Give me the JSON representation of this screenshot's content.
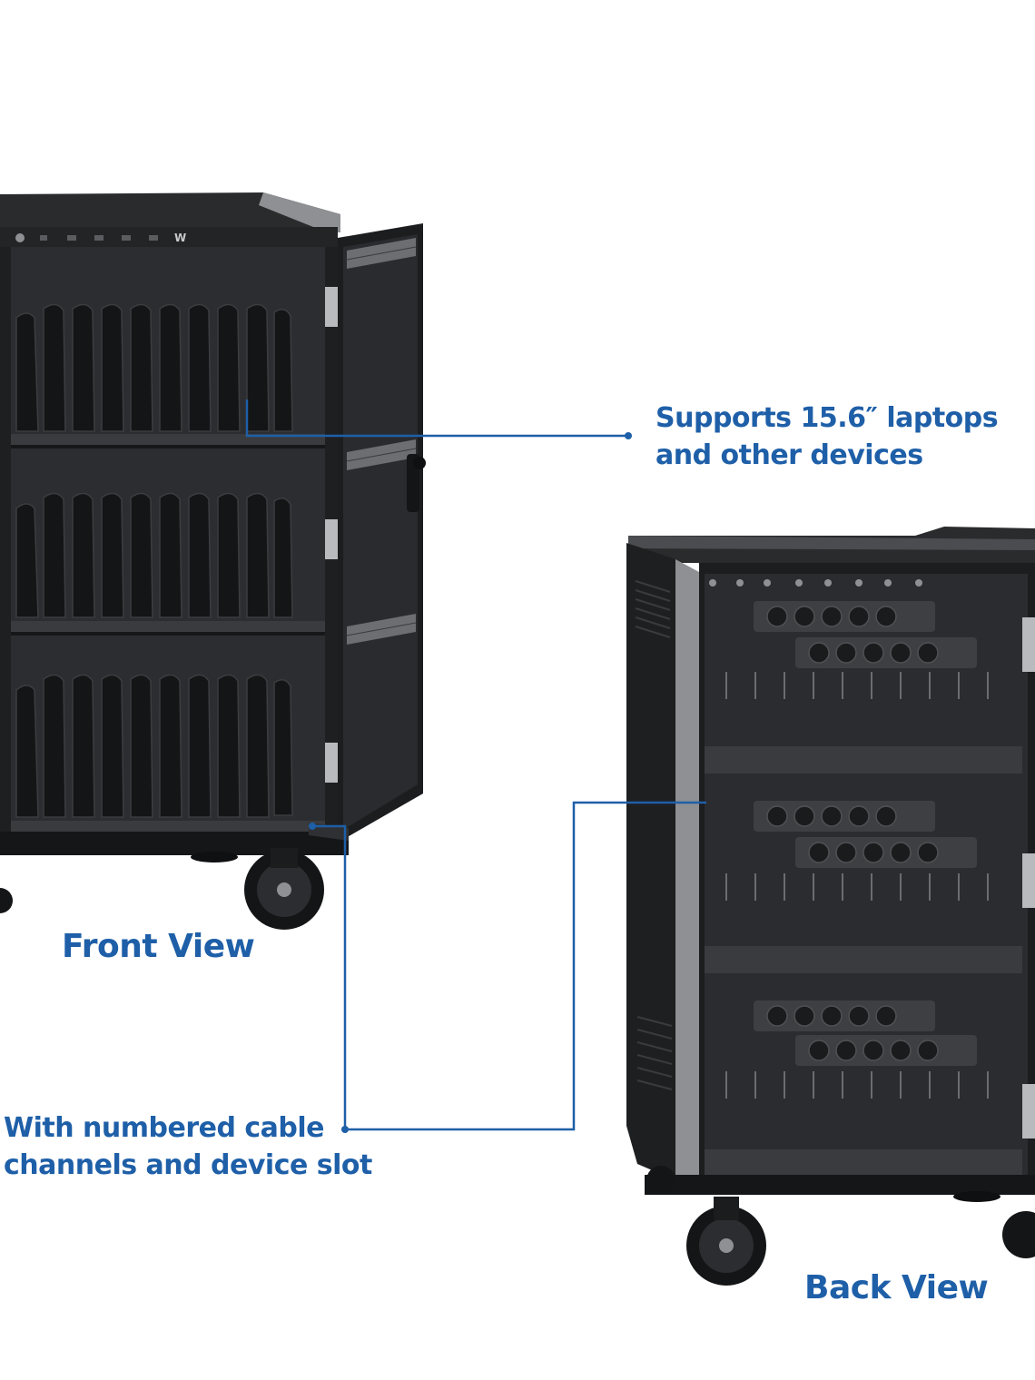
{
  "colors": {
    "accent": "#1e5fa8",
    "cart_body": "#1f2022",
    "cart_interior": "#2b2c2f",
    "cart_trim": "#9a9c9f"
  },
  "labels": {
    "front_view": "Front View",
    "back_view": "Back View"
  },
  "callouts": {
    "laptops": [
      "Supports 15.6″ laptops",
      "and other devices"
    ],
    "channels": [
      "With numbered cable",
      "channels and device slot"
    ]
  },
  "icons": {
    "brand_logo": "W"
  }
}
